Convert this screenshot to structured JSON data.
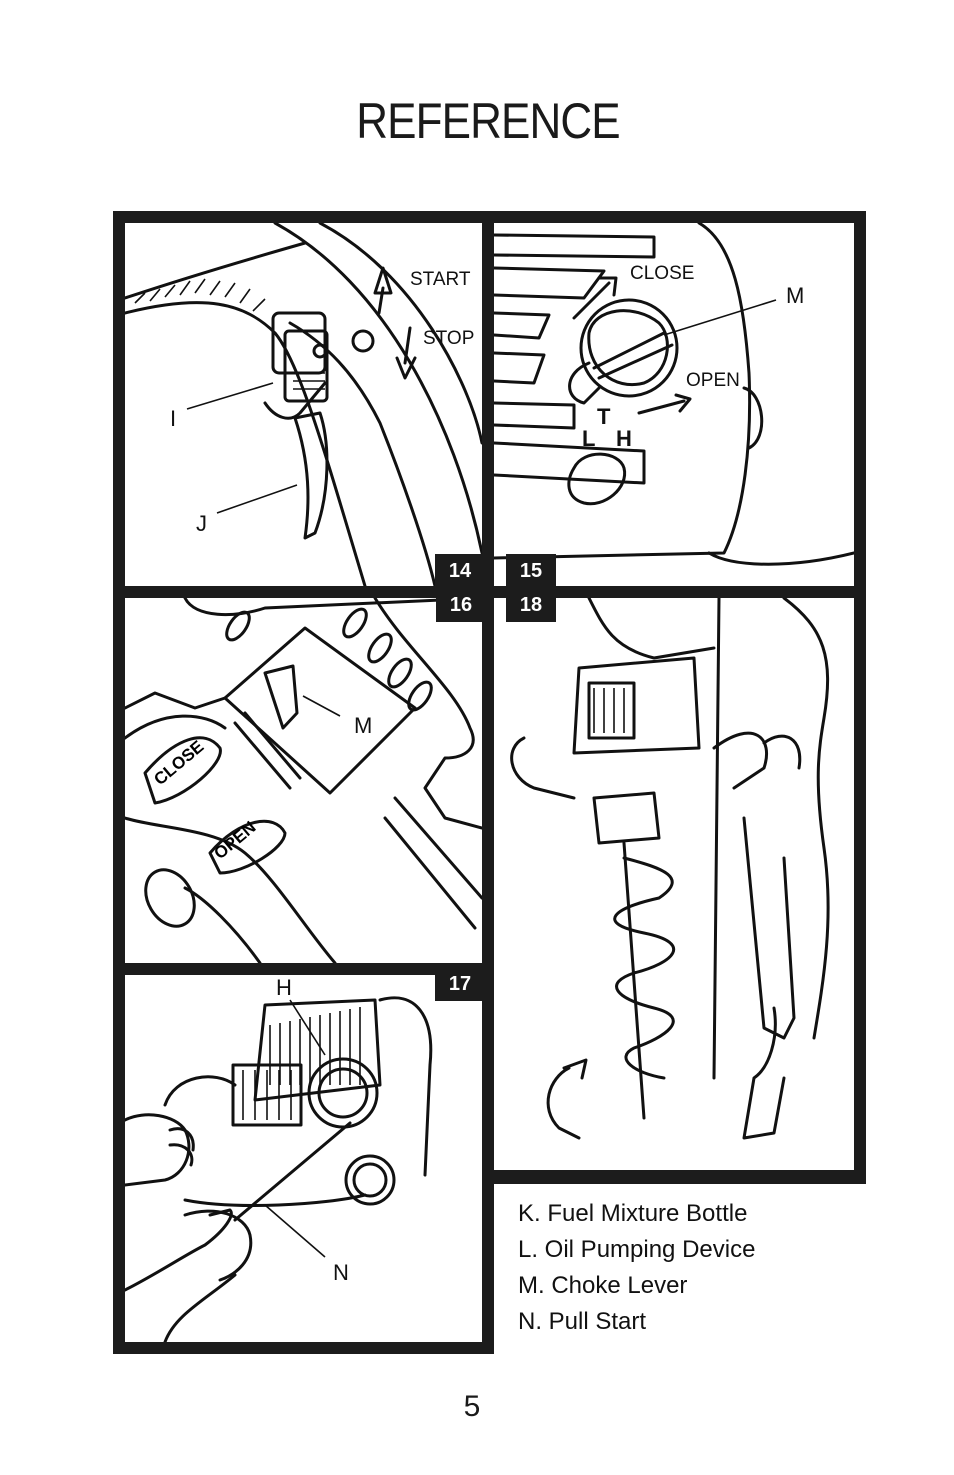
{
  "page": {
    "title": "REFERENCE",
    "page_number": "5"
  },
  "figures": {
    "fig14": {
      "number": "14",
      "labels": {
        "start": "START",
        "stop": "STOP",
        "i": "I",
        "j": "J"
      }
    },
    "fig15": {
      "number": "15",
      "labels": {
        "close": "CLOSE",
        "m": "M",
        "open": "OPEN",
        "t": "T",
        "l": "L",
        "h": "H"
      }
    },
    "fig16": {
      "number": "16",
      "labels": {
        "m": "M"
      }
    },
    "fig17": {
      "number": "17",
      "labels": {
        "h": "H",
        "n": "N"
      }
    },
    "fig18": {
      "number": "18"
    }
  },
  "legend": [
    "K. Fuel Mixture Bottle",
    "L. Oil Pumping Device",
    "M. Choke Lever",
    "N. Pull Start"
  ],
  "colors": {
    "frame": "#1c1c1c",
    "background": "#ffffff",
    "ink": "#111111"
  }
}
